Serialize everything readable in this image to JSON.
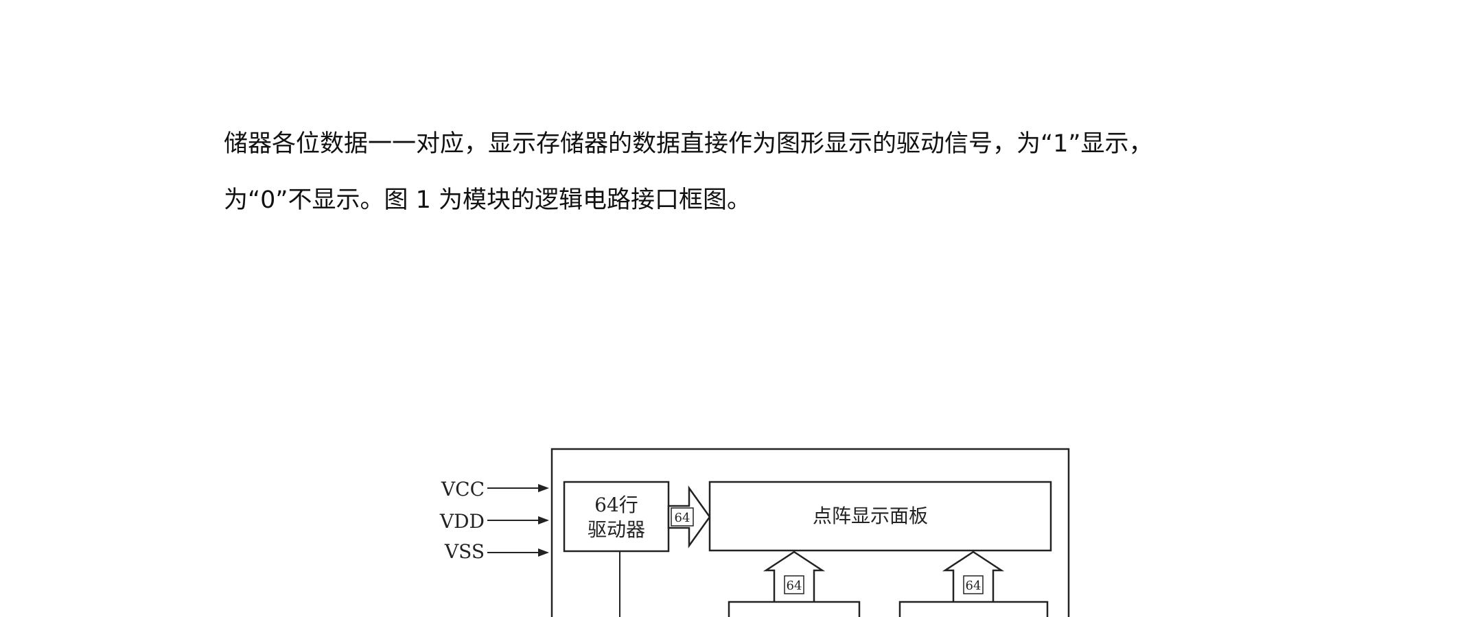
{
  "document": {
    "paragraph": {
      "line1": "储器各位数据一一对应，显示存储器的数据直接作为图形显示的驱动信号，为“1”显示，",
      "line2": "为“0”不显示。图 1 为模块的逻辑电路接口框图。"
    }
  },
  "figure": {
    "power_labels": [
      "VCC",
      "VDD",
      "VSS"
    ],
    "row_driver": {
      "line1": "64行",
      "line2": "驱动器"
    },
    "bus_width_label": "64",
    "panel_label": "点阵显示面板"
  }
}
